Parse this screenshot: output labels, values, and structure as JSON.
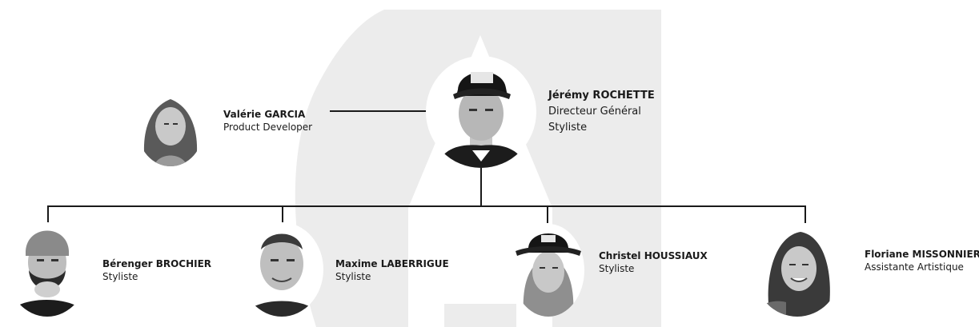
{
  "colors": {
    "line": "#1a1a1a",
    "logo": "#ececec",
    "text": "#1a1a1a"
  },
  "director": {
    "name": "Jérémy ROCHETTE",
    "roles": [
      "Directeur Général",
      "Styliste"
    ]
  },
  "side": {
    "name": "Valérie GARCIA",
    "role": "Product Developer"
  },
  "team": [
    {
      "name": "Bérenger BROCHIER",
      "role": "Styliste"
    },
    {
      "name": "Maxime LABERRIGUE",
      "role": "Styliste"
    },
    {
      "name": "Christel HOUSSIAUX",
      "role": "Styliste"
    },
    {
      "name": "Floriane MISSONNIER",
      "role": "Assistante Artistique"
    }
  ]
}
